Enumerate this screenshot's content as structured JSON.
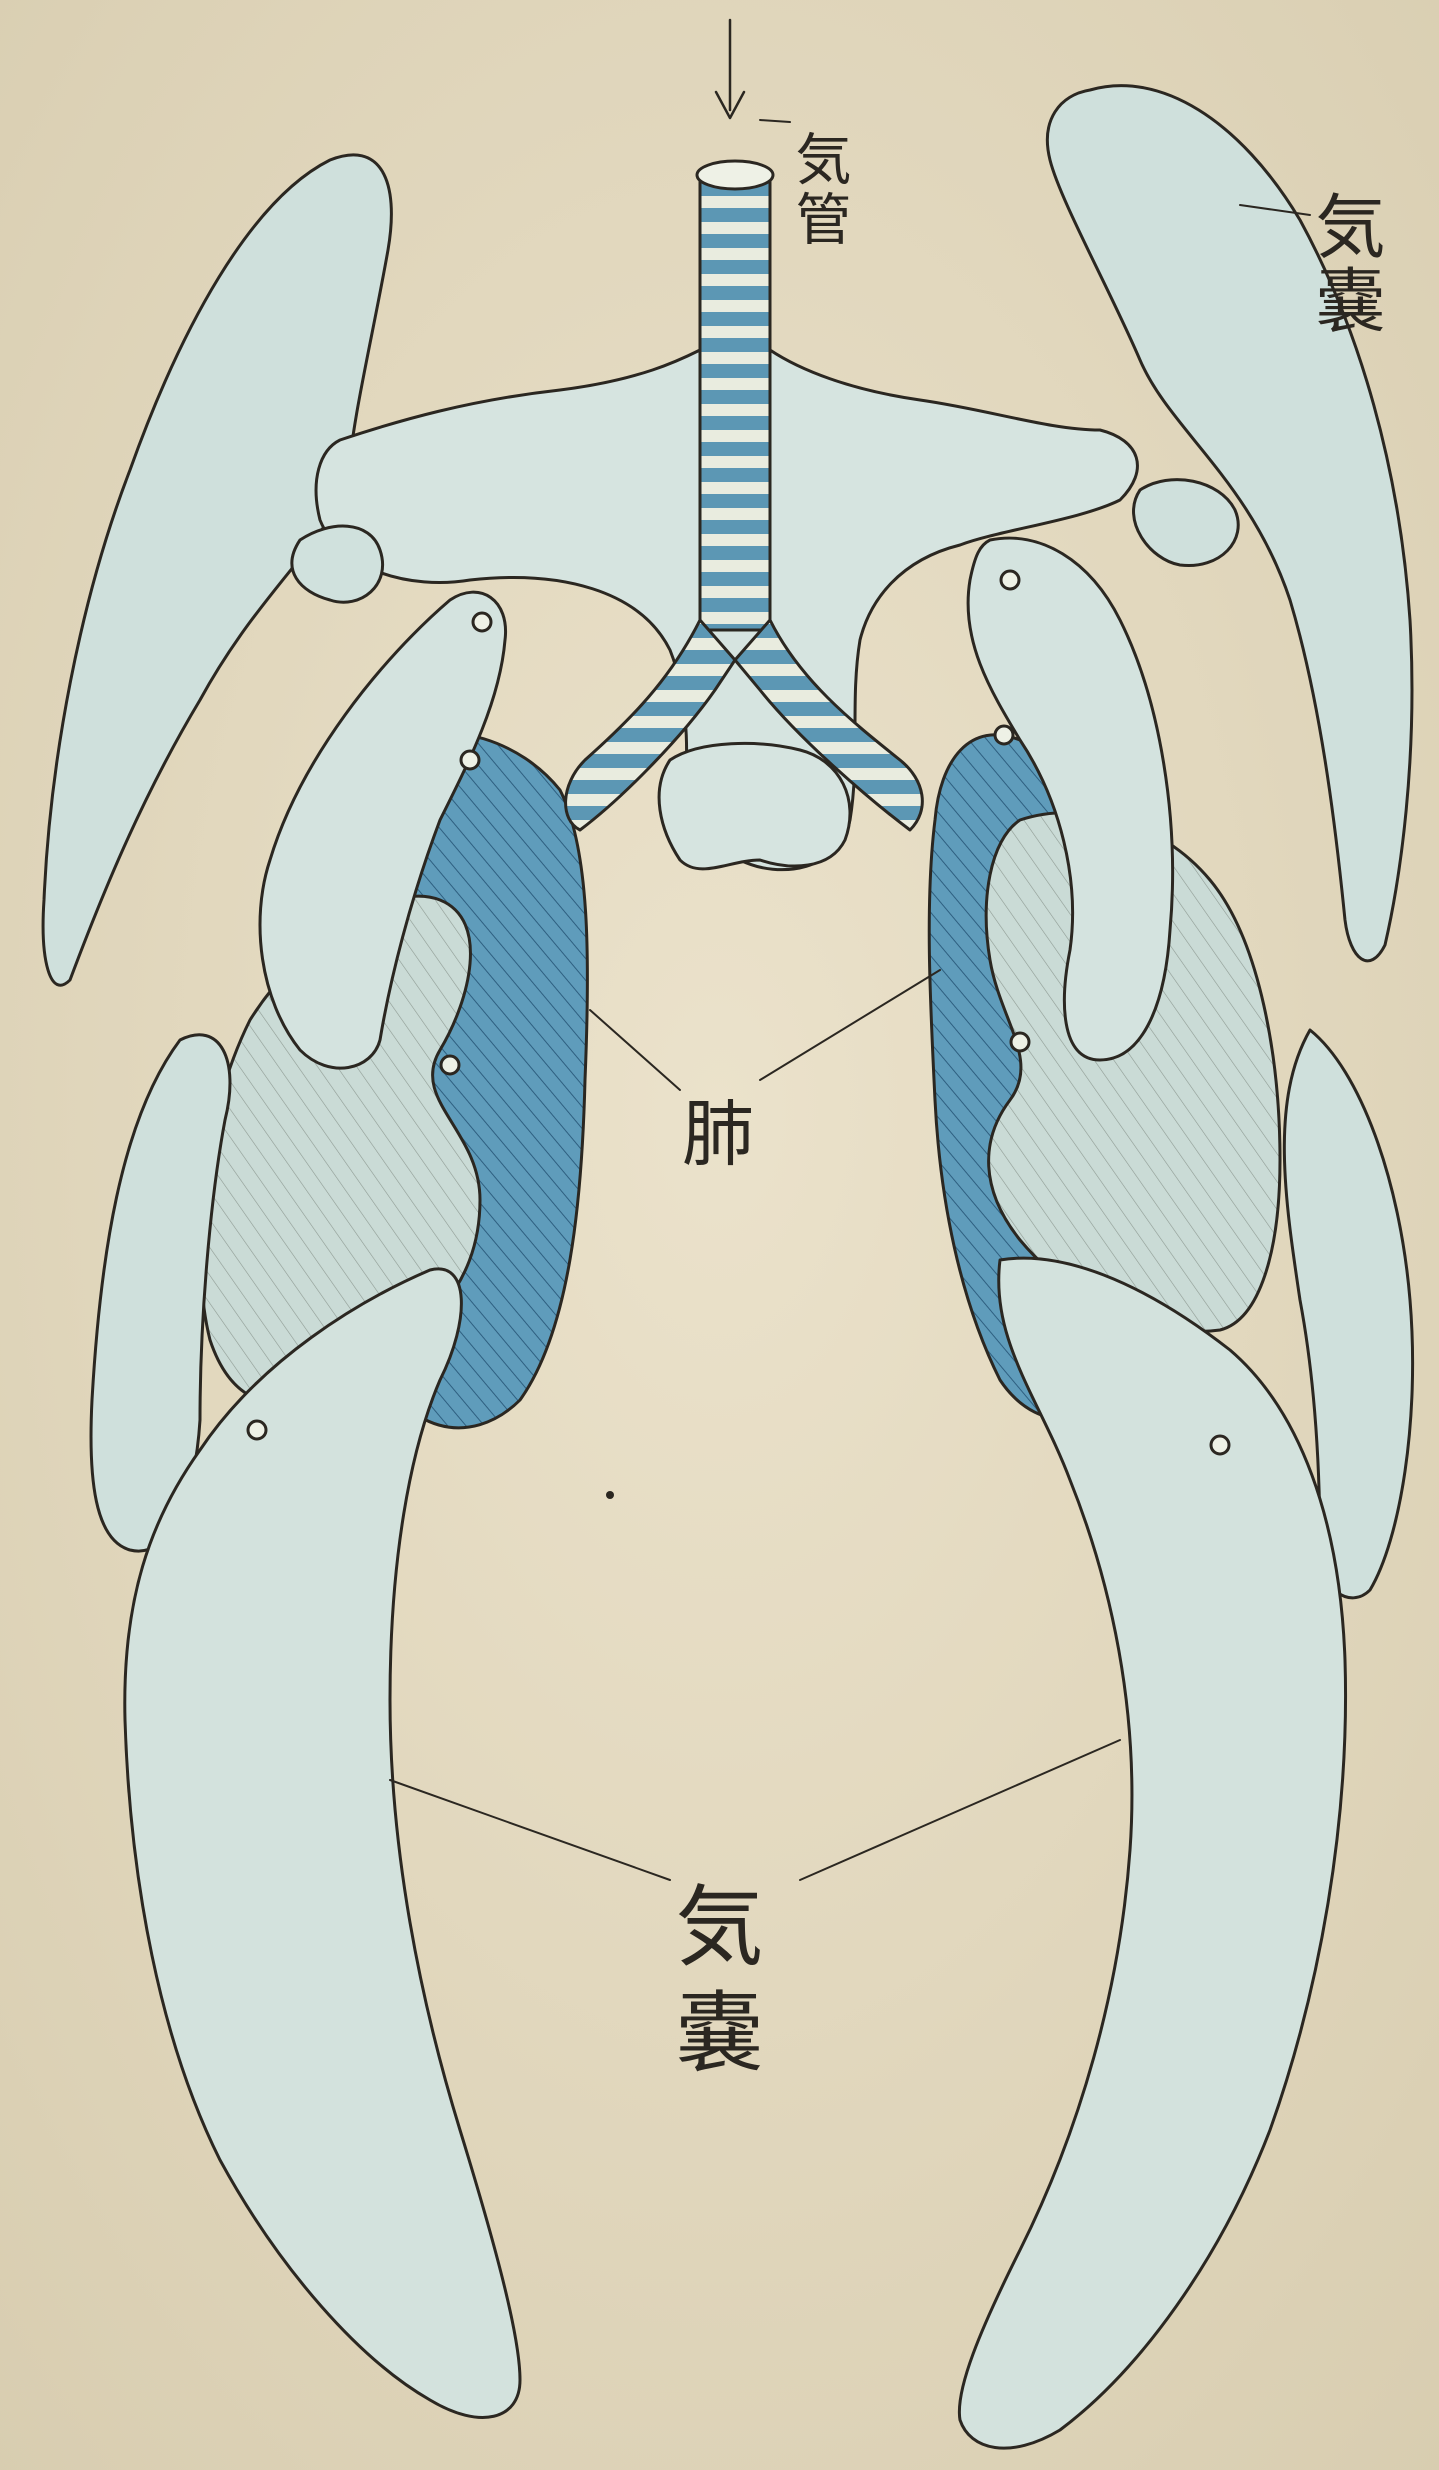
{
  "labels": {
    "trachea": "気管",
    "air_sac_top": "気嚢",
    "lung": "肺",
    "air_sac_bottom": "気嚢"
  },
  "colors": {
    "paper": "#e6dcc3",
    "ink": "#2b2721",
    "wash_light": "#c9dcd8",
    "wash_mid": "#9cc3c9",
    "wash_deep": "#4f8fb0"
  }
}
